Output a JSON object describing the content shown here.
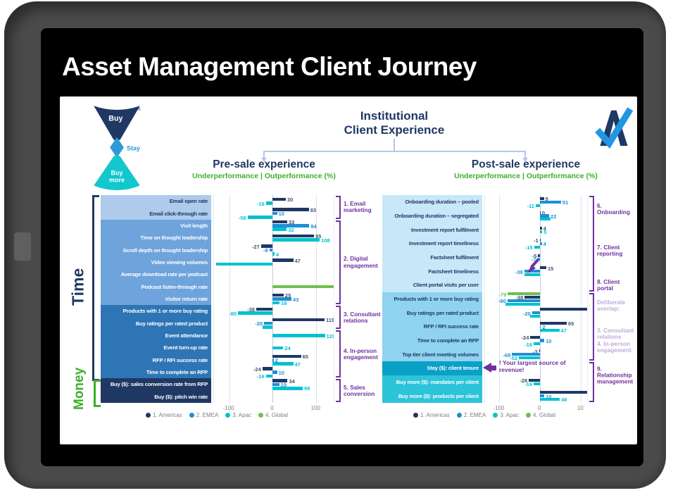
{
  "frame": {
    "title": "Asset Management Client Journey"
  },
  "header": {
    "line1": "Institutional",
    "line2": "Client Experience",
    "funnel": {
      "top_label": "Buy",
      "mid_label": "Stay",
      "bottom_label_1": "Buy",
      "bottom_label_2": "more",
      "trademark": "®"
    },
    "logo_icon": "a-checkmark-logo"
  },
  "colors": {
    "series": {
      "s1": "#1F3864",
      "s2": "#1E8FD5",
      "s3": "#00C2CE",
      "s4": "#6DC04D"
    },
    "series_label": {
      "s1": "#44546A",
      "s2": "#1E8FD5",
      "s3": "#00C2CE",
      "s4": "#6DC04D"
    },
    "accent_purple": "#7030A0",
    "accent_green": "#3DAE2B",
    "accent_navy": "#1F3864",
    "connector_blue": "#B4C7E7"
  },
  "chart_data": [
    {
      "type": "bar",
      "title": "Pre-sale experience",
      "subtitle": "Underperformance | Outperformance (%)",
      "xlim": [
        -135,
        140
      ],
      "xticks": [
        {
          "v": -100,
          "t": "-100"
        },
        {
          "v": 0,
          "t": "0"
        },
        {
          "v": 100,
          "t": "100"
        }
      ],
      "bands": {
        "b1": [
          "#AECBEB",
          "#1F3864"
        ],
        "b2": [
          "#6FA3DC",
          "#FFFFFF"
        ],
        "b3": [
          "#2E75B6",
          "#FFFFFF"
        ],
        "b4": [
          "#1F3864",
          "#FFFFFF"
        ]
      },
      "left_labels": [
        {
          "text": "Time",
          "color": "#1F3864"
        },
        {
          "text": "Money",
          "color": "#3DAE2B"
        }
      ],
      "rows": [
        {
          "label": "Email open rate",
          "band": "b1",
          "bars": [
            {
              "s": "s1",
              "v": 30,
              "t": "30"
            },
            {
              "s": "s3",
              "v": -16,
              "t": "-16"
            }
          ]
        },
        {
          "label": "Email click-through rate",
          "band": "b1",
          "bars": [
            {
              "s": "s1",
              "v": 83,
              "t": "83"
            },
            {
              "s": "s2",
              "v": 10,
              "t": "10"
            },
            {
              "s": "s3",
              "v": -58,
              "t": "-58"
            }
          ]
        },
        {
          "label": "Visit length",
          "band": "b2",
          "bars": [
            {
              "s": "s1",
              "v": 33,
              "t": "33"
            },
            {
              "s": "s2",
              "v": 84,
              "t": "84"
            },
            {
              "s": "s3",
              "v": 32,
              "t": "32"
            }
          ]
        },
        {
          "label": "Time on thought leadership",
          "band": "b2",
          "bars": [
            {
              "s": "s1",
              "v": 95,
              "t": "95"
            },
            {
              "s": "s3",
              "v": 108,
              "t": "108"
            }
          ]
        },
        {
          "label": "Scroll depth on thought leadership",
          "band": "b2",
          "bars": [
            {
              "s": "s1",
              "v": -27,
              "t": "-27"
            },
            {
              "s": "s2",
              "v": -8,
              "t": "-8"
            },
            {
              "s": "s3",
              "v": 4,
              "t": "4"
            }
          ]
        },
        {
          "label": "Video viewing volumes",
          "band": "b2",
          "bars": [
            {
              "s": "s1",
              "v": 47,
              "t": "47"
            },
            {
              "s": "s3",
              "v": -130,
              "t": ""
            }
          ]
        },
        {
          "label": "Average download rate per podcast",
          "band": "b2",
          "bars": []
        },
        {
          "label": "Podcast listen-through rate",
          "band": "b2",
          "bars": [
            {
              "s": "s4",
              "v": 160,
              "t": ""
            }
          ]
        },
        {
          "label": "Visitor return rate",
          "band": "b2",
          "bars": [
            {
              "s": "s1",
              "v": 25,
              "t": "25"
            },
            {
              "s": "s2",
              "v": 43,
              "t": "43"
            },
            {
              "s": "s3",
              "v": 16,
              "t": "16"
            }
          ]
        },
        {
          "label": "Products with 1 or more buy rating",
          "band": "b3",
          "bars": [
            {
              "s": "s1",
              "v": -38,
              "t": "-38"
            },
            {
              "s": "s3",
              "v": -80,
              "t": "-80"
            }
          ]
        },
        {
          "label": "Buy ratings per rated product",
          "band": "b3",
          "bars": [
            {
              "s": "s1",
              "v": 119,
              "t": "119"
            },
            {
              "s": "s2",
              "v": -20,
              "t": "-20"
            },
            {
              "s": "s3",
              "v": -24,
              "t": ""
            }
          ]
        },
        {
          "label": "Event attendance",
          "band": "b3",
          "bars": [
            {
              "s": "s3",
              "v": 120,
              "t": "120"
            }
          ]
        },
        {
          "label": "Event turn-up rate",
          "band": "b3",
          "bars": [
            {
              "s": "s3",
              "v": 24,
              "t": "24"
            }
          ]
        },
        {
          "label": "RFP / RFI success rate",
          "band": "b3",
          "bars": [
            {
              "s": "s1",
              "v": 65,
              "t": "65"
            },
            {
              "s": "s2",
              "v": 2,
              "t": "2"
            },
            {
              "s": "s3",
              "v": 47,
              "t": "47"
            }
          ]
        },
        {
          "label": "Time to complete an RFP",
          "band": "b3",
          "bars": [
            {
              "s": "s1",
              "v": -24,
              "t": "-24"
            },
            {
              "s": "s2",
              "v": 10,
              "t": "10"
            },
            {
              "s": "s3",
              "v": -16,
              "t": "-16"
            }
          ]
        },
        {
          "label": "Buy ($): sales conversion rate from RFP",
          "band": "b4",
          "bars": [
            {
              "s": "s1",
              "v": 34,
              "t": "34"
            },
            {
              "s": "s2",
              "v": 15,
              "t": "15"
            },
            {
              "s": "s3",
              "v": 69,
              "t": "69"
            }
          ]
        },
        {
          "label": "Buy ($): pitch win rate",
          "band": "b4",
          "bars": []
        }
      ],
      "right_brackets": [
        [
          0,
          1
        ],
        [
          2,
          8
        ],
        [
          9,
          10
        ],
        [
          11,
          14
        ],
        [
          15,
          16
        ]
      ],
      "right_labels": [
        {
          "text": "1. Email marketing",
          "rows": [
            0,
            1
          ],
          "faded": false
        },
        {
          "text": "2. Digital engagement",
          "rows": [
            2,
            8
          ],
          "faded": false
        },
        {
          "text": "3. Consultant relations",
          "rows": [
            9,
            10
          ],
          "faded": false
        },
        {
          "text": "4. In-person engagement",
          "rows": [
            11,
            14
          ],
          "faded": false
        },
        {
          "text": "5. Sales conversion",
          "rows": [
            15,
            16
          ],
          "faded": false
        }
      ],
      "legend": [
        {
          "t": "1. Americas",
          "s": "s1"
        },
        {
          "t": "2. EMEA",
          "s": "s2"
        },
        {
          "t": "3. Apac",
          "s": "s3"
        },
        {
          "t": "4. Global",
          "s": "s4"
        }
      ],
      "annotations": {}
    },
    {
      "type": "bar",
      "title": "Post-sale experience",
      "subtitle": "Underperformance | Outperformance (%)",
      "xlim": [
        -135,
        115
      ],
      "xticks": [
        {
          "v": -100,
          "t": "-100"
        },
        {
          "v": 0,
          "t": "0"
        },
        {
          "v": 100,
          "t": "10"
        }
      ],
      "bands": {
        "b1": [
          "#C6E8F8",
          "#1F3864"
        ],
        "b2": [
          "#8FD3F0",
          "#1F3864"
        ],
        "b3": [
          "#0AA0C8",
          "#FFFFFF"
        ],
        "b4": [
          "#2BC4D8",
          "#FFFFFF"
        ]
      },
      "left_labels": [],
      "rows": [
        {
          "label": "Onboarding duration – pooled",
          "band": "b1",
          "bars": [
            {
              "s": "s1",
              "v": 9,
              "t": "9"
            },
            {
              "s": "s2",
              "v": 51,
              "t": "51"
            },
            {
              "s": "s3",
              "v": -11,
              "t": "-11"
            }
          ]
        },
        {
          "label": "Onboarding duration – segregated",
          "band": "b1",
          "bars": [
            {
              "s": "s1",
              "v": 1,
              "t": "0"
            },
            {
              "s": "s2",
              "v": 22,
              "t": "22"
            },
            {
              "s": "s3",
              "v": 26,
              "t": ""
            }
          ]
        },
        {
          "label": "Investment report fulfilment",
          "band": "b1",
          "bars": [
            {
              "s": "s1",
              "v": 4,
              "t": "4"
            },
            {
              "s": "s3",
              "v": 5,
              "t": "5"
            }
          ]
        },
        {
          "label": "Investment report timeliness",
          "band": "b1",
          "bars": [
            {
              "s": "s1",
              "v": -1,
              "t": "-1"
            },
            {
              "s": "s2",
              "v": 4,
              "t": "4"
            },
            {
              "s": "s3",
              "v": -15,
              "t": "-15"
            }
          ]
        },
        {
          "label": "Factsheet fulfilment",
          "band": "b1",
          "bars": [
            {
              "s": "s1",
              "v": -5,
              "t": "-5"
            },
            {
              "s": "s3",
              "v": -7,
              "t": "-7"
            }
          ]
        },
        {
          "label": "Factsheet timeliness",
          "band": "b1",
          "bars": [
            {
              "s": "s1",
              "v": 15,
              "t": "15"
            },
            {
              "s": "s2",
              "v": -39,
              "t": "-39"
            },
            {
              "s": "s3",
              "v": -39,
              "t": ""
            }
          ]
        },
        {
          "label": "Client portal visits per user",
          "band": "b1",
          "bars": []
        },
        {
          "label": "Products with 1 or more buy rating",
          "band": "b2",
          "bars": [
            {
              "s": "s4",
              "v": -79,
              "t": "-79"
            },
            {
              "s": "s1",
              "v": -38,
              "t": "-38"
            },
            {
              "s": "s2",
              "v": -80,
              "t": "-80"
            },
            {
              "s": "s3",
              "v": -85,
              "t": ""
            }
          ]
        },
        {
          "label": "Buy ratings per rated product",
          "band": "b2",
          "bars": [
            {
              "s": "s1",
              "v": 119,
              "t": ""
            },
            {
              "s": "s2",
              "v": -20,
              "t": "-20"
            },
            {
              "s": "s3",
              "v": -24,
              "t": ""
            }
          ]
        },
        {
          "label": "RFP / RFI success rate",
          "band": "b2",
          "bars": [
            {
              "s": "s1",
              "v": 65,
              "t": "65"
            },
            {
              "s": "s2",
              "v": 2,
              "t": "2"
            },
            {
              "s": "s3",
              "v": 47,
              "t": "47"
            }
          ]
        },
        {
          "label": "Time to complete an RFP",
          "band": "b2",
          "bars": [
            {
              "s": "s1",
              "v": -24,
              "t": "-24"
            },
            {
              "s": "s2",
              "v": 10,
              "t": "10"
            },
            {
              "s": "s3",
              "v": -16,
              "t": "-16"
            }
          ]
        },
        {
          "label": "Top tier client meeting volumes",
          "band": "b2",
          "bars": [
            {
              "s": "s1",
              "v": -3,
              "t": "-3"
            },
            {
              "s": "s2",
              "v": -69,
              "t": "-69"
            },
            {
              "s": "s3",
              "v": -52,
              "t": "-52"
            }
          ]
        },
        {
          "label": "Stay ($): client tenure",
          "band": "b3",
          "bars": []
        },
        {
          "label": "Buy more ($): mandates per client",
          "band": "b4",
          "bars": [
            {
              "s": "s1",
              "v": -28,
              "t": "-28"
            },
            {
              "s": "s3",
              "v": -16,
              "t": "-16"
            }
          ]
        },
        {
          "label": "Buy more ($): products per client",
          "band": "b4",
          "bars": [
            {
              "s": "s1",
              "v": 119,
              "t": ""
            },
            {
              "s": "s2",
              "v": 10,
              "t": "10"
            },
            {
              "s": "s3",
              "v": 48,
              "t": "48"
            }
          ]
        }
      ],
      "right_brackets": [
        [
          0,
          6
        ],
        [
          7,
          11
        ],
        [
          12,
          14
        ]
      ],
      "right_labels": [
        {
          "text": "6. Onboarding",
          "rows": [
            0,
            1
          ],
          "faded": false
        },
        {
          "text": "7. Client reporting",
          "rows": [
            2,
            5
          ],
          "faded": false
        },
        {
          "text": "8. Client portal",
          "rows": [
            6,
            6
          ],
          "faded": false
        },
        {
          "text": "Deliberate overlap:",
          "rows": [
            7,
            8
          ],
          "faded": true
        },
        {
          "text": "3. Consultant relations",
          "rows": [
            9,
            10
          ],
          "faded": true
        },
        {
          "text": "4. In-person engagement",
          "rows": [
            10,
            11
          ],
          "faded": true
        },
        {
          "text": "9. Relationship management",
          "rows": [
            12,
            13
          ],
          "faded": false
        }
      ],
      "legend": [
        {
          "t": "1. Americas",
          "s": "s1"
        },
        {
          "t": "2. EMEA",
          "s": "s2"
        },
        {
          "t": "3. Apac",
          "s": "s3"
        },
        {
          "t": "4. Global",
          "s": "s4"
        }
      ],
      "annotations": {
        "revenue_note": {
          "row": 12,
          "text": "! Your largest source of revenue!"
        },
        "overlap_arrow": {
          "row": 4.6,
          "x_pct": 48
        }
      }
    }
  ]
}
